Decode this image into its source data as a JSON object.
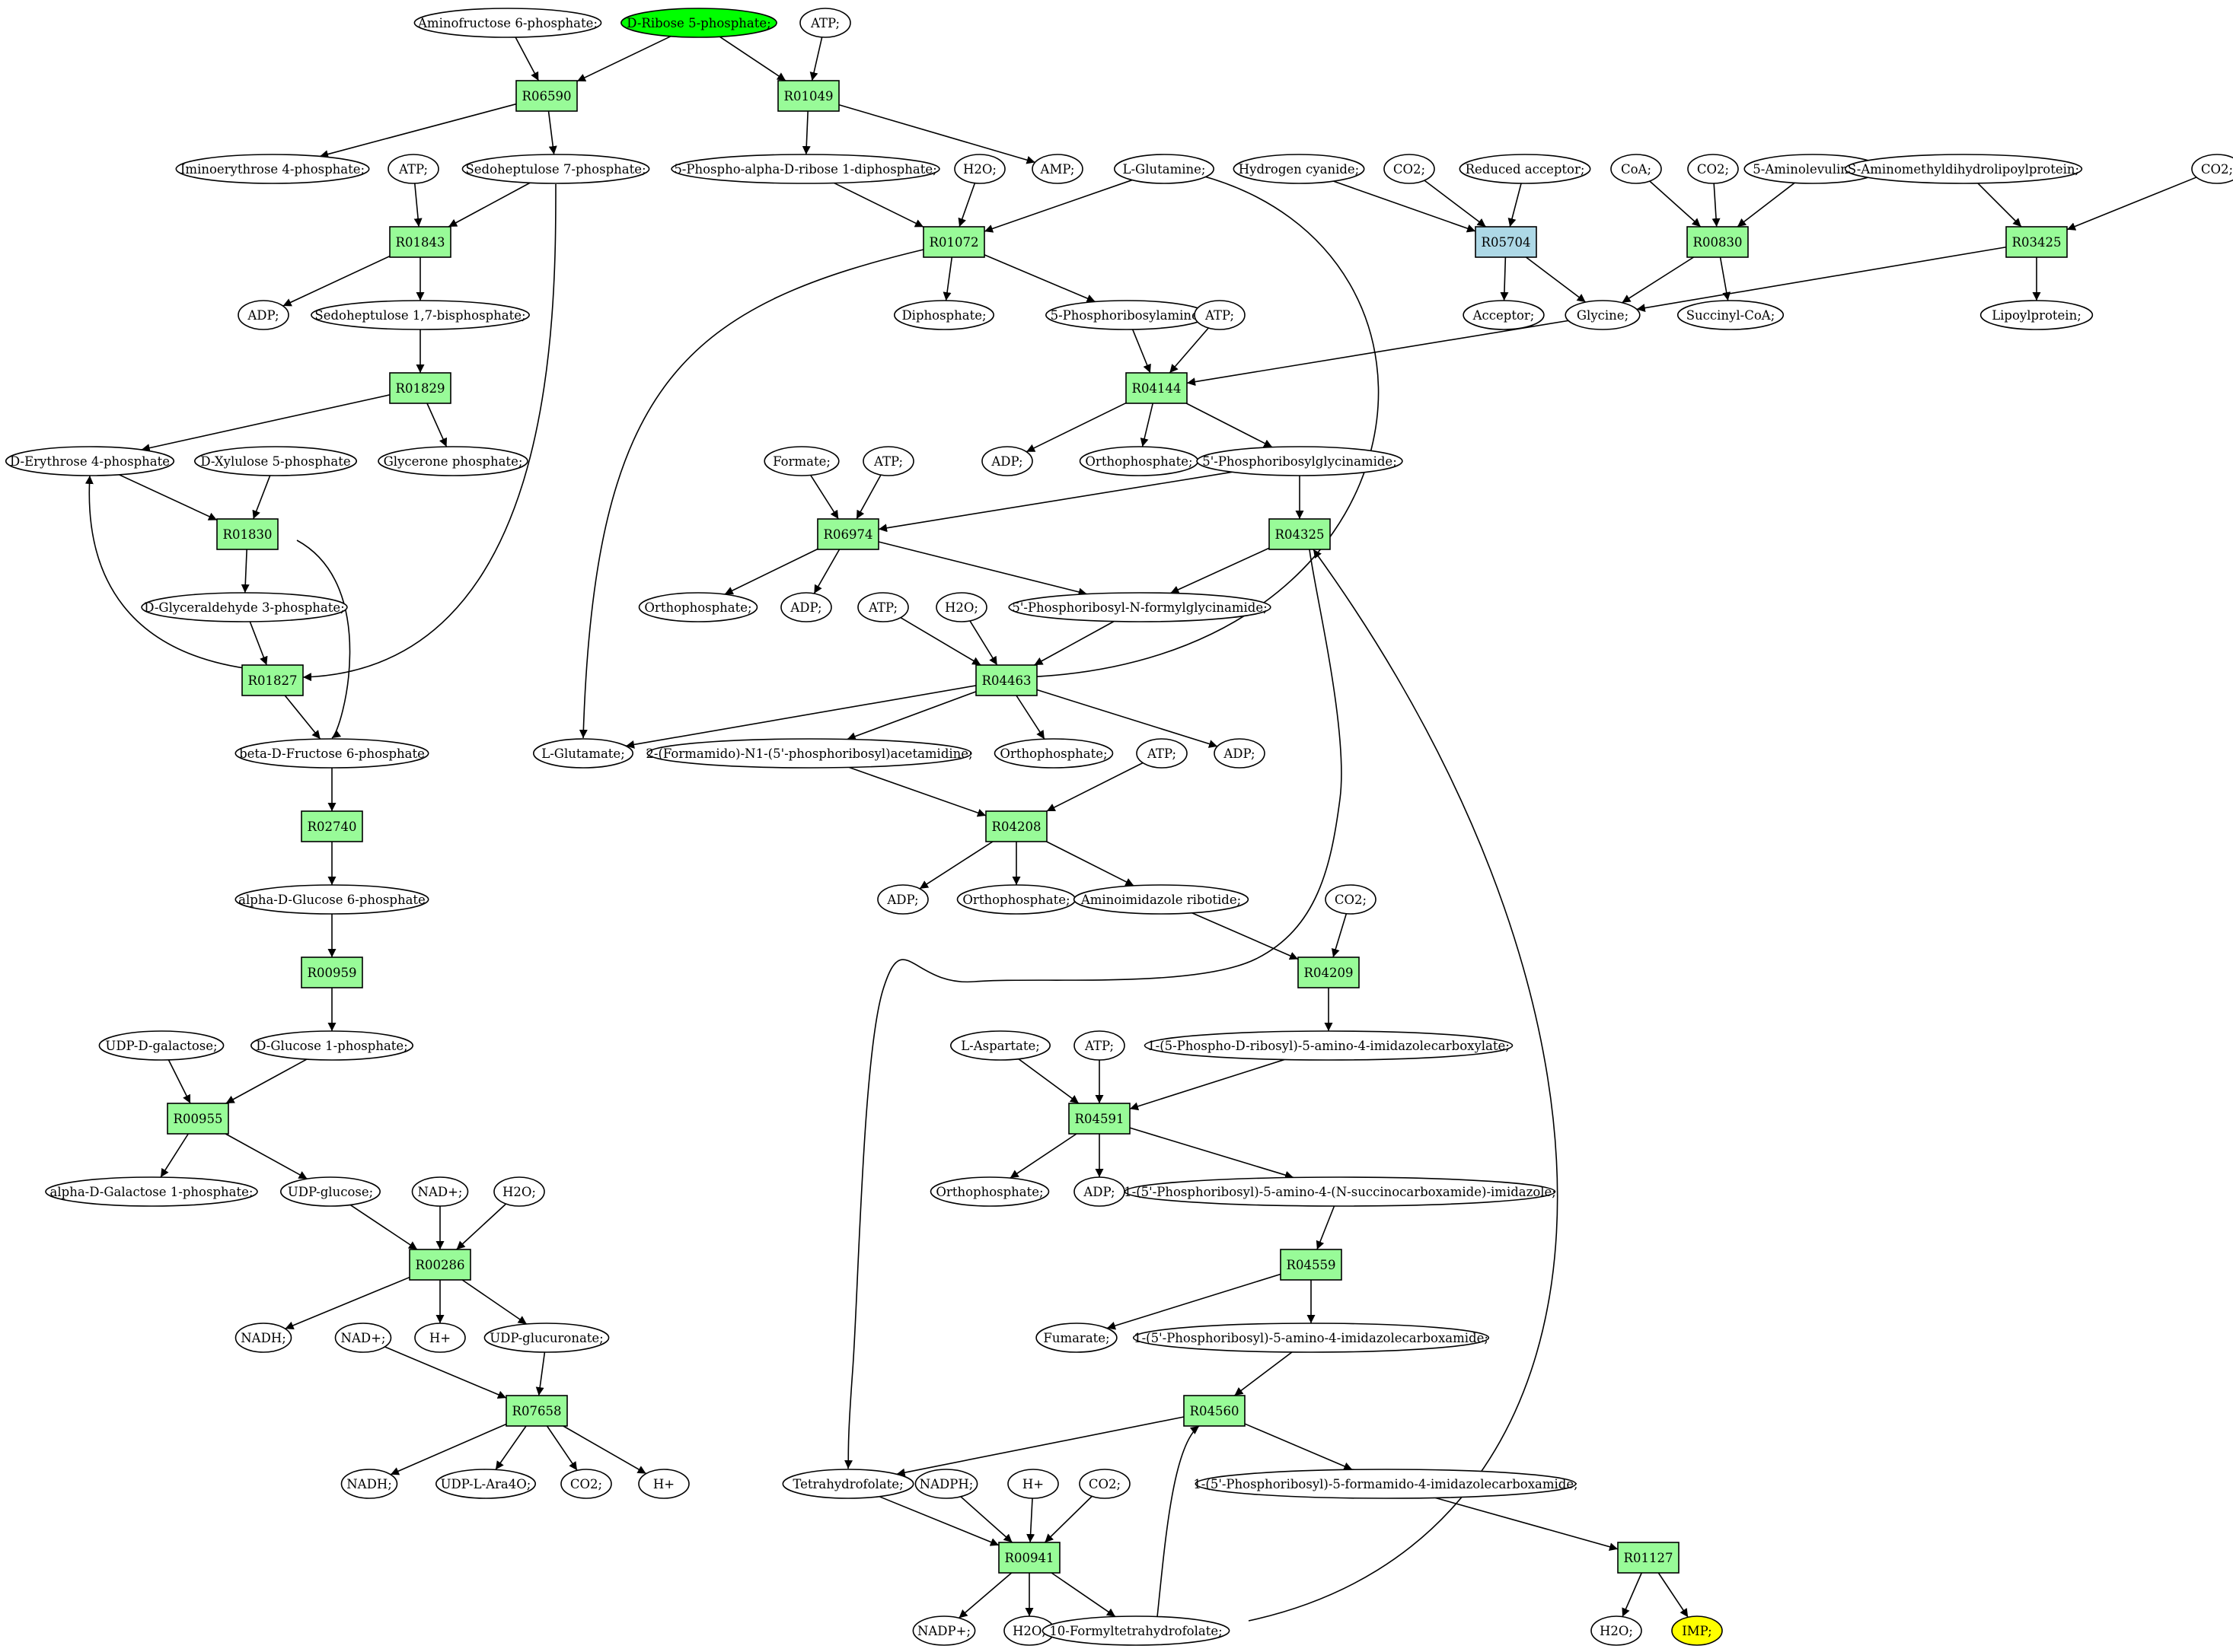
{
  "colors": {
    "reaction": "#98fb98",
    "reaction_highlight": "#add8e6",
    "compound": "#ffffff",
    "start_compound": "#00ff00",
    "end_compound": "#ffff00",
    "stroke": "#000000"
  },
  "nodes": [
    {
      "id": "R06590",
      "label": "R06590",
      "kind": "reaction"
    },
    {
      "id": "R01049",
      "label": "R01049",
      "kind": "reaction"
    },
    {
      "id": "R01843",
      "label": "R01843",
      "kind": "reaction"
    },
    {
      "id": "R01072",
      "label": "R01072",
      "kind": "reaction"
    },
    {
      "id": "R05704",
      "label": "R05704",
      "kind": "reaction-highlight"
    },
    {
      "id": "R00830",
      "label": "R00830",
      "kind": "reaction"
    },
    {
      "id": "R03425",
      "label": "R03425",
      "kind": "reaction"
    },
    {
      "id": "R01829",
      "label": "R01829",
      "kind": "reaction"
    },
    {
      "id": "R04144",
      "label": "R04144",
      "kind": "reaction"
    },
    {
      "id": "R01830",
      "label": "R01830",
      "kind": "reaction"
    },
    {
      "id": "R06974",
      "label": "R06974",
      "kind": "reaction"
    },
    {
      "id": "R04325",
      "label": "R04325",
      "kind": "reaction"
    },
    {
      "id": "R01827",
      "label": "R01827",
      "kind": "reaction"
    },
    {
      "id": "R04463",
      "label": "R04463",
      "kind": "reaction"
    },
    {
      "id": "R02740",
      "label": "R02740",
      "kind": "reaction"
    },
    {
      "id": "R04208",
      "label": "R04208",
      "kind": "reaction"
    },
    {
      "id": "R00959",
      "label": "R00959",
      "kind": "reaction"
    },
    {
      "id": "R04209",
      "label": "R04209",
      "kind": "reaction"
    },
    {
      "id": "R00955",
      "label": "R00955",
      "kind": "reaction"
    },
    {
      "id": "R04591",
      "label": "R04591",
      "kind": "reaction"
    },
    {
      "id": "R00286",
      "label": "R00286",
      "kind": "reaction"
    },
    {
      "id": "R04559",
      "label": "R04559",
      "kind": "reaction"
    },
    {
      "id": "R07658",
      "label": "R07658",
      "kind": "reaction"
    },
    {
      "id": "R04560",
      "label": "R04560",
      "kind": "reaction"
    },
    {
      "id": "R00941",
      "label": "R00941",
      "kind": "reaction"
    },
    {
      "id": "R01127",
      "label": "R01127",
      "kind": "reaction"
    },
    {
      "id": "c_aminofructose6p",
      "label": "Aminofructose 6-phosphate;",
      "kind": "compound"
    },
    {
      "id": "c_ribose5p",
      "label": "D-Ribose 5-phosphate;",
      "kind": "start"
    },
    {
      "id": "c_atp_1",
      "label": "ATP;",
      "kind": "compound"
    },
    {
      "id": "c_iminoerythrose4p",
      "label": "Iminoerythrose 4-phosphate;",
      "kind": "compound"
    },
    {
      "id": "c_sedoheptulose7p",
      "label": "Sedoheptulose 7-phosphate;",
      "kind": "compound"
    },
    {
      "id": "c_prpp",
      "label": "5-Phospho-alpha-D-ribose 1-diphosphate;",
      "kind": "compound"
    },
    {
      "id": "c_h2o_1",
      "label": "H2O;",
      "kind": "compound"
    },
    {
      "id": "c_amp",
      "label": "AMP;",
      "kind": "compound"
    },
    {
      "id": "c_lglutamine",
      "label": "L-Glutamine;",
      "kind": "compound"
    },
    {
      "id": "c_hcn",
      "label": "Hydrogen cyanide;",
      "kind": "compound"
    },
    {
      "id": "c_co2_1",
      "label": "CO2;",
      "kind": "compound"
    },
    {
      "id": "c_redacc",
      "label": "Reduced acceptor;",
      "kind": "compound"
    },
    {
      "id": "c_coa",
      "label": "CoA;",
      "kind": "compound"
    },
    {
      "id": "c_co2_2",
      "label": "CO2;",
      "kind": "compound"
    },
    {
      "id": "c_ala",
      "label": "5-Aminolevulinate;",
      "kind": "compound"
    },
    {
      "id": "c_samlp",
      "label": "S-Aminomethyldihydrolipoylprotein;",
      "kind": "compound"
    },
    {
      "id": "c_co2_3",
      "label": "CO2;",
      "kind": "compound"
    },
    {
      "id": "c_atp_2",
      "label": "ATP;",
      "kind": "compound"
    },
    {
      "id": "c_adp_1",
      "label": "ADP;",
      "kind": "compound"
    },
    {
      "id": "c_sedo17bp",
      "label": "Sedoheptulose 1,7-bisphosphate;",
      "kind": "compound"
    },
    {
      "id": "c_diphosphate",
      "label": "Diphosphate;",
      "kind": "compound"
    },
    {
      "id": "c_5pra",
      "label": "5-Phosphoribosylamine;",
      "kind": "compound"
    },
    {
      "id": "c_atp_3",
      "label": "ATP;",
      "kind": "compound"
    },
    {
      "id": "c_acceptor",
      "label": "Acceptor;",
      "kind": "compound"
    },
    {
      "id": "c_glycine",
      "label": "Glycine;",
      "kind": "compound"
    },
    {
      "id": "c_succoa",
      "label": "Succinyl-CoA;",
      "kind": "compound"
    },
    {
      "id": "c_lipoylprotein",
      "label": "Lipoylprotein;",
      "kind": "compound"
    },
    {
      "id": "c_erythrose4p",
      "label": "D-Erythrose 4-phosphate",
      "kind": "compound"
    },
    {
      "id": "c_xylulose5p",
      "label": "D-Xylulose 5-phosphate",
      "kind": "compound"
    },
    {
      "id": "c_glyceronep",
      "label": "Glycerone phosphate;",
      "kind": "compound"
    },
    {
      "id": "c_adp_2",
      "label": "ADP;",
      "kind": "compound"
    },
    {
      "id": "c_orthophosphate_1",
      "label": "Orthophosphate;",
      "kind": "compound"
    },
    {
      "id": "c_gar",
      "label": "5'-Phosphoribosylglycinamide;",
      "kind": "compound"
    },
    {
      "id": "c_formate",
      "label": "Formate;",
      "kind": "compound"
    },
    {
      "id": "c_atp_4",
      "label": "ATP;",
      "kind": "compound"
    },
    {
      "id": "c_g3p",
      "label": "D-Glyceraldehyde 3-phosphate;",
      "kind": "compound"
    },
    {
      "id": "c_orthophosphate_2",
      "label": "Orthophosphate;",
      "kind": "compound"
    },
    {
      "id": "c_adp_3",
      "label": "ADP;",
      "kind": "compound"
    },
    {
      "id": "c_atp_5",
      "label": "ATP;",
      "kind": "compound"
    },
    {
      "id": "c_h2o_2",
      "label": "H2O;",
      "kind": "compound"
    },
    {
      "id": "c_fgar",
      "label": "5'-Phosphoribosyl-N-formylglycinamide;",
      "kind": "compound"
    },
    {
      "id": "c_f6p",
      "label": "beta-D-Fructose 6-phosphate",
      "kind": "compound"
    },
    {
      "id": "c_lglutamate",
      "label": "L-Glutamate;",
      "kind": "compound"
    },
    {
      "id": "c_fgam",
      "label": "2-(Formamido)-N1-(5'-phosphoribosyl)acetamidine;",
      "kind": "compound"
    },
    {
      "id": "c_orthophosphate_3",
      "label": "Orthophosphate;",
      "kind": "compound"
    },
    {
      "id": "c_adp_4",
      "label": "ADP;",
      "kind": "compound"
    },
    {
      "id": "c_atp_6",
      "label": "ATP;",
      "kind": "compound"
    },
    {
      "id": "c_g6p",
      "label": "alpha-D-Glucose 6-phosphate",
      "kind": "compound"
    },
    {
      "id": "c_adp_5",
      "label": "ADP;",
      "kind": "compound"
    },
    {
      "id": "c_orthophosphate_4",
      "label": "Orthophosphate;",
      "kind": "compound"
    },
    {
      "id": "c_air",
      "label": "Aminoimidazole ribotide;",
      "kind": "compound"
    },
    {
      "id": "c_co2_4",
      "label": "CO2;",
      "kind": "compound"
    },
    {
      "id": "c_udpgal",
      "label": "UDP-D-galactose;",
      "kind": "compound"
    },
    {
      "id": "c_g1p",
      "label": "D-Glucose 1-phosphate;",
      "kind": "compound"
    },
    {
      "id": "c_laspartate",
      "label": "L-Aspartate;",
      "kind": "compound"
    },
    {
      "id": "c_atp_7",
      "label": "ATP;",
      "kind": "compound"
    },
    {
      "id": "c_cair",
      "label": "1-(5-Phospho-D-ribosyl)-5-amino-4-imidazolecarboxylate;",
      "kind": "compound"
    },
    {
      "id": "c_gal1p",
      "label": "alpha-D-Galactose 1-phosphate;",
      "kind": "compound"
    },
    {
      "id": "c_udpglc",
      "label": "UDP-glucose;",
      "kind": "compound"
    },
    {
      "id": "c_nadp_plus_1",
      "label": "NAD+;",
      "kind": "compound"
    },
    {
      "id": "c_h2o_3",
      "label": "H2O;",
      "kind": "compound"
    },
    {
      "id": "c_orthophosphate_5",
      "label": "Orthophosphate;",
      "kind": "compound"
    },
    {
      "id": "c_adp_6",
      "label": "ADP;",
      "kind": "compound"
    },
    {
      "id": "c_saicar",
      "label": "1-(5'-Phosphoribosyl)-5-amino-4-(N-succinocarboxamide)-imidazole;",
      "kind": "compound"
    },
    {
      "id": "c_nadh_1",
      "label": "NADH;",
      "kind": "compound"
    },
    {
      "id": "c_nad_plus_2",
      "label": "NAD+;",
      "kind": "compound"
    },
    {
      "id": "c_hplus_1",
      "label": "H+",
      "kind": "compound"
    },
    {
      "id": "c_udpglcur",
      "label": "UDP-glucuronate;",
      "kind": "compound"
    },
    {
      "id": "c_fumarate",
      "label": "Fumarate;",
      "kind": "compound"
    },
    {
      "id": "c_aicar",
      "label": "1-(5'-Phosphoribosyl)-5-amino-4-imidazolecarboxamide;",
      "kind": "compound"
    },
    {
      "id": "c_nadh_2",
      "label": "NADH;",
      "kind": "compound"
    },
    {
      "id": "c_udparao",
      "label": "UDP-L-Ara4O;",
      "kind": "compound"
    },
    {
      "id": "c_co2_5",
      "label": "CO2;",
      "kind": "compound"
    },
    {
      "id": "c_hplus_2",
      "label": "H+",
      "kind": "compound"
    },
    {
      "id": "c_thf",
      "label": "Tetrahydrofolate;",
      "kind": "compound"
    },
    {
      "id": "c_nadph",
      "label": "NADPH;",
      "kind": "compound"
    },
    {
      "id": "c_hplus_3",
      "label": "H+",
      "kind": "compound"
    },
    {
      "id": "c_co2_6",
      "label": "CO2;",
      "kind": "compound"
    },
    {
      "id": "c_faicar",
      "label": "1-(5'-Phosphoribosyl)-5-formamido-4-imidazolecarboxamide;",
      "kind": "compound"
    },
    {
      "id": "c_nadp_plus",
      "label": "NADP+;",
      "kind": "compound"
    },
    {
      "id": "c_h2o_4",
      "label": "H2O;",
      "kind": "compound"
    },
    {
      "id": "c_10fthf",
      "label": "10-Formyltetrahydrofolate;",
      "kind": "compound"
    },
    {
      "id": "c_h2o_5",
      "label": "H2O;",
      "kind": "compound"
    },
    {
      "id": "c_imp",
      "label": "IMP;",
      "kind": "end"
    }
  ],
  "edges": [
    [
      "c_aminofructose6p",
      "R06590"
    ],
    [
      "c_ribose5p",
      "R06590"
    ],
    [
      "R06590",
      "c_iminoerythrose4p"
    ],
    [
      "R06590",
      "c_sedoheptulose7p"
    ],
    [
      "c_ribose5p",
      "R01049"
    ],
    [
      "c_atp_1",
      "R01049"
    ],
    [
      "R01049",
      "c_prpp"
    ],
    [
      "R01049",
      "c_amp"
    ],
    [
      "c_atp_2",
      "R01843"
    ],
    [
      "c_sedoheptulose7p",
      "R01843"
    ],
    [
      "R01843",
      "c_adp_1"
    ],
    [
      "R01843",
      "c_sedo17bp"
    ],
    [
      "c_sedo17bp",
      "R01829"
    ],
    [
      "R01829",
      "c_erythrose4p"
    ],
    [
      "R01829",
      "c_glyceronep"
    ],
    [
      "c_erythrose4p",
      "R01830"
    ],
    [
      "c_xylulose5p",
      "R01830"
    ],
    [
      "R01830",
      "c_g3p"
    ],
    [
      "R01830",
      "c_f6p"
    ],
    [
      "c_g3p",
      "R01827"
    ],
    [
      "c_sedoheptulose7p",
      "R01827"
    ],
    [
      "R01827",
      "c_erythrose4p"
    ],
    [
      "R01827",
      "c_f6p"
    ],
    [
      "c_f6p",
      "R02740"
    ],
    [
      "R02740",
      "c_g6p"
    ],
    [
      "c_g6p",
      "R00959"
    ],
    [
      "R00959",
      "c_g1p"
    ],
    [
      "c_udpgal",
      "R00955"
    ],
    [
      "c_g1p",
      "R00955"
    ],
    [
      "R00955",
      "c_gal1p"
    ],
    [
      "R00955",
      "c_udpglc"
    ],
    [
      "c_udpglc",
      "R00286"
    ],
    [
      "c_nadp_plus_1",
      "R00286"
    ],
    [
      "c_h2o_3",
      "R00286"
    ],
    [
      "R00286",
      "c_nadh_1"
    ],
    [
      "R00286",
      "c_hplus_1"
    ],
    [
      "R00286",
      "c_udpglcur"
    ],
    [
      "c_nad_plus_2",
      "R07658"
    ],
    [
      "c_udpglcur",
      "R07658"
    ],
    [
      "R07658",
      "c_nadh_2"
    ],
    [
      "R07658",
      "c_udparao"
    ],
    [
      "R07658",
      "c_co2_5"
    ],
    [
      "R07658",
      "c_hplus_2"
    ],
    [
      "c_prpp",
      "R01072"
    ],
    [
      "c_h2o_1",
      "R01072"
    ],
    [
      "c_lglutamine",
      "R01072"
    ],
    [
      "R01072",
      "c_diphosphate"
    ],
    [
      "R01072",
      "c_5pra"
    ],
    [
      "R01072",
      "c_lglutamate"
    ],
    [
      "c_hcn",
      "R05704"
    ],
    [
      "c_co2_1",
      "R05704"
    ],
    [
      "c_redacc",
      "R05704"
    ],
    [
      "R05704",
      "c_acceptor"
    ],
    [
      "R05704",
      "c_glycine"
    ],
    [
      "c_coa",
      "R00830"
    ],
    [
      "c_co2_2",
      "R00830"
    ],
    [
      "c_ala",
      "R00830"
    ],
    [
      "R00830",
      "c_glycine"
    ],
    [
      "R00830",
      "c_succoa"
    ],
    [
      "c_samlp",
      "R03425"
    ],
    [
      "c_co2_3",
      "R03425"
    ],
    [
      "R03425",
      "c_glycine"
    ],
    [
      "R03425",
      "c_lipoylprotein"
    ],
    [
      "c_5pra",
      "R04144"
    ],
    [
      "c_atp_3",
      "R04144"
    ],
    [
      "c_glycine",
      "R04144"
    ],
    [
      "R04144",
      "c_adp_2"
    ],
    [
      "R04144",
      "c_orthophosphate_1"
    ],
    [
      "R04144",
      "c_gar"
    ],
    [
      "c_formate",
      "R06974"
    ],
    [
      "c_atp_4",
      "R06974"
    ],
    [
      "c_gar",
      "R06974"
    ],
    [
      "R06974",
      "c_orthophosphate_2"
    ],
    [
      "R06974",
      "c_adp_3"
    ],
    [
      "R06974",
      "c_fgar"
    ],
    [
      "c_gar",
      "R04325"
    ],
    [
      "c_10fthf",
      "R04325"
    ],
    [
      "R04325",
      "c_fgar"
    ],
    [
      "R04325",
      "c_thf"
    ],
    [
      "c_atp_5",
      "R04463"
    ],
    [
      "c_h2o_2",
      "R04463"
    ],
    [
      "c_fgar",
      "R04463"
    ],
    [
      "c_lglutamine",
      "R04463"
    ],
    [
      "R04463",
      "c_lglutamate"
    ],
    [
      "R04463",
      "c_fgam"
    ],
    [
      "R04463",
      "c_orthophosphate_3"
    ],
    [
      "R04463",
      "c_adp_4"
    ],
    [
      "c_fgam",
      "R04208"
    ],
    [
      "c_atp_6",
      "R04208"
    ],
    [
      "R04208",
      "c_adp_5"
    ],
    [
      "R04208",
      "c_orthophosphate_4"
    ],
    [
      "R04208",
      "c_air"
    ],
    [
      "c_air",
      "R04209"
    ],
    [
      "c_co2_4",
      "R04209"
    ],
    [
      "R04209",
      "c_cair"
    ],
    [
      "c_laspartate",
      "R04591"
    ],
    [
      "c_atp_7",
      "R04591"
    ],
    [
      "c_cair",
      "R04591"
    ],
    [
      "R04591",
      "c_orthophosphate_5"
    ],
    [
      "R04591",
      "c_adp_6"
    ],
    [
      "R04591",
      "c_saicar"
    ],
    [
      "c_saicar",
      "R04559"
    ],
    [
      "R04559",
      "c_fumarate"
    ],
    [
      "R04559",
      "c_aicar"
    ],
    [
      "c_aicar",
      "R04560"
    ],
    [
      "c_10fthf",
      "R04560"
    ],
    [
      "R04560",
      "c_thf"
    ],
    [
      "R04560",
      "c_faicar"
    ],
    [
      "c_thf",
      "R00941"
    ],
    [
      "c_nadph",
      "R00941"
    ],
    [
      "c_hplus_3",
      "R00941"
    ],
    [
      "c_co2_6",
      "R00941"
    ],
    [
      "R00941",
      "c_nadp_plus"
    ],
    [
      "R00941",
      "c_h2o_4"
    ],
    [
      "R00941",
      "c_10fthf"
    ],
    [
      "c_faicar",
      "R01127"
    ],
    [
      "R01127",
      "c_h2o_5"
    ],
    [
      "R01127",
      "c_imp"
    ]
  ]
}
